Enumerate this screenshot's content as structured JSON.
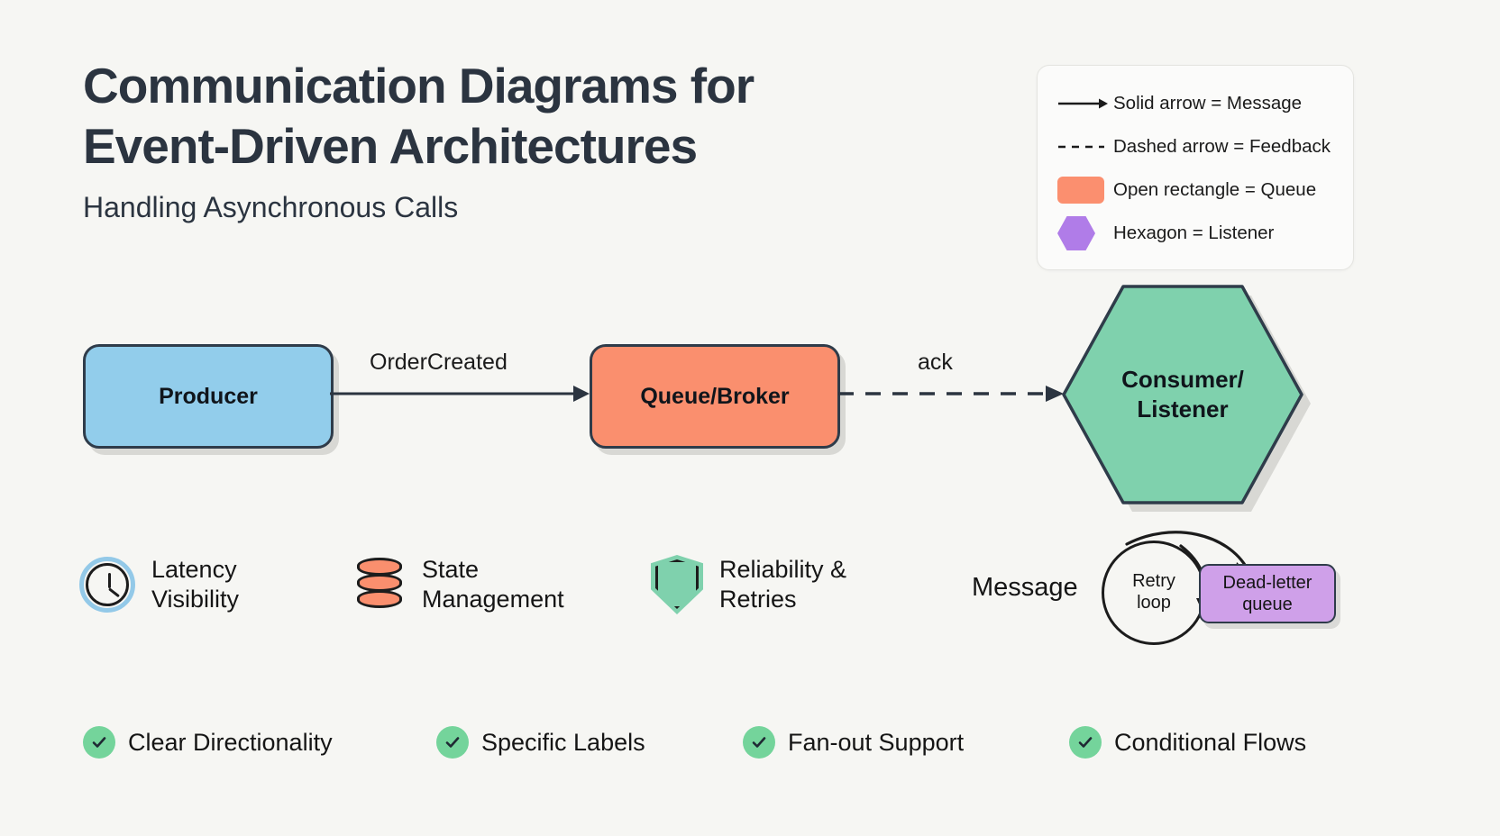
{
  "header": {
    "title": "Communication Diagrams for\nEvent-Driven Architectures",
    "subtitle": "Handling Asynchronous Calls"
  },
  "legend": {
    "items": [
      {
        "icon": "solid-arrow-icon",
        "label": "Solid arrow = Message"
      },
      {
        "icon": "dashed-arrow-icon",
        "label": "Dashed arrow = Feedback"
      },
      {
        "icon": "rectangle-swatch-icon",
        "label": "Open rectangle = Queue",
        "color": "#fb8f6f"
      },
      {
        "icon": "hexagon-swatch-icon",
        "label": "Hexagon = Listener",
        "color": "#b07ce8"
      }
    ]
  },
  "diagram": {
    "nodes": [
      {
        "id": "producer",
        "label": "Producer",
        "shape": "rounded-rectangle",
        "color": "#92cdeb"
      },
      {
        "id": "queue",
        "label": "Queue/Broker",
        "shape": "rounded-rectangle",
        "color": "#fa8f6e"
      },
      {
        "id": "consumer",
        "label": "Consumer/\nListener",
        "shape": "hexagon",
        "color": "#7fd1ad"
      }
    ],
    "edges": [
      {
        "from": "producer",
        "to": "queue",
        "label": "OrderCreated",
        "style": "solid"
      },
      {
        "from": "queue",
        "to": "consumer",
        "label": "ack",
        "style": "dashed"
      }
    ]
  },
  "features": [
    {
      "icon": "clock-icon",
      "label": "Latency\nVisibility",
      "color": "#93c9e8"
    },
    {
      "icon": "database-icon",
      "label": "State\nManagement",
      "color": "#fa8f6e"
    },
    {
      "icon": "shield-icon",
      "label": "Reliability &\nRetries",
      "color": "#7fd1ad"
    }
  ],
  "retry": {
    "message_label": "Message",
    "loop_label": "Retry\nloop",
    "dlq_label": "Dead-letter\nqueue",
    "dlq_color": "#cfa0e9"
  },
  "checklist": [
    {
      "icon": "check-icon",
      "label": "Clear Directionality"
    },
    {
      "icon": "check-icon",
      "label": "Specific Labels"
    },
    {
      "icon": "check-icon",
      "label": "Fan-out Support"
    },
    {
      "icon": "check-icon",
      "label": "Conditional Flows"
    }
  ],
  "colors": {
    "background": "#f6f6f3",
    "ink": "#2b3440",
    "blue": "#92cdeb",
    "orange": "#fa8f6e",
    "green": "#7fd1ad",
    "purple": "#cfa0e9",
    "check_green": "#74d49b"
  }
}
